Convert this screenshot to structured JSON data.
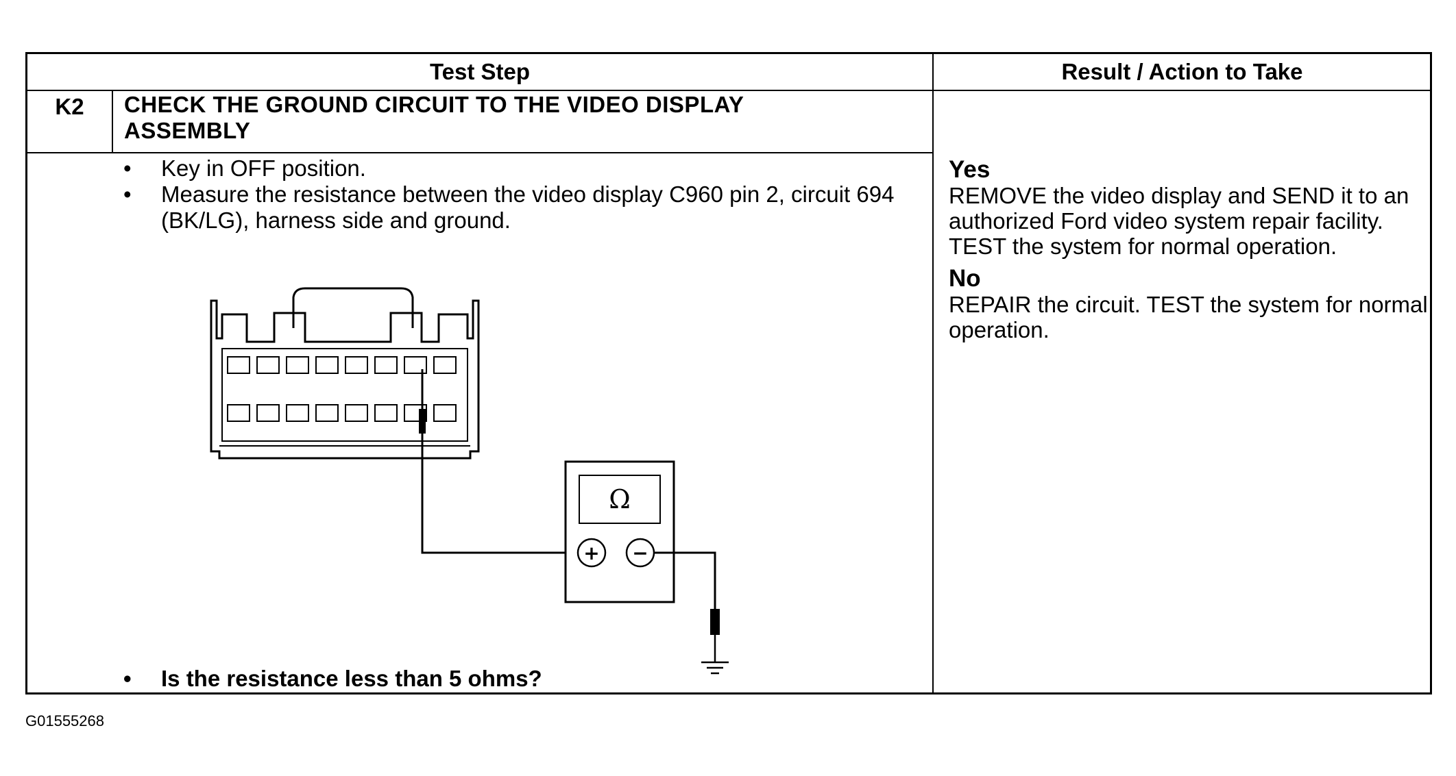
{
  "table": {
    "header": {
      "test_step": "Test Step",
      "result_action": "Result / Action to Take"
    },
    "step": {
      "id": "K2",
      "title_line1": "CHECK THE GROUND CIRCUIT TO THE VIDEO DISPLAY",
      "title_line2": "ASSEMBLY",
      "bullets": [
        "Key in OFF position.",
        "Measure the resistance between the video display C960 pin 2, circuit 694 (BK/LG), harness side and ground."
      ],
      "question": "Is the resistance less than 5 ohms?",
      "bullet_glyph": "•"
    },
    "results": {
      "yes_label": "Yes",
      "yes_text": "REMOVE the video display and SEND it to an authorized Ford video system repair facility. TEST the system for normal operation.",
      "no_label": "No",
      "no_text": "REPAIR the circuit. TEST the system for normal operation."
    }
  },
  "diagram": {
    "meter_symbol": "Ω",
    "plus_symbol": "+",
    "minus_symbol": "−",
    "connector_pins_per_row": 8
  },
  "figure_id": "G01555268"
}
